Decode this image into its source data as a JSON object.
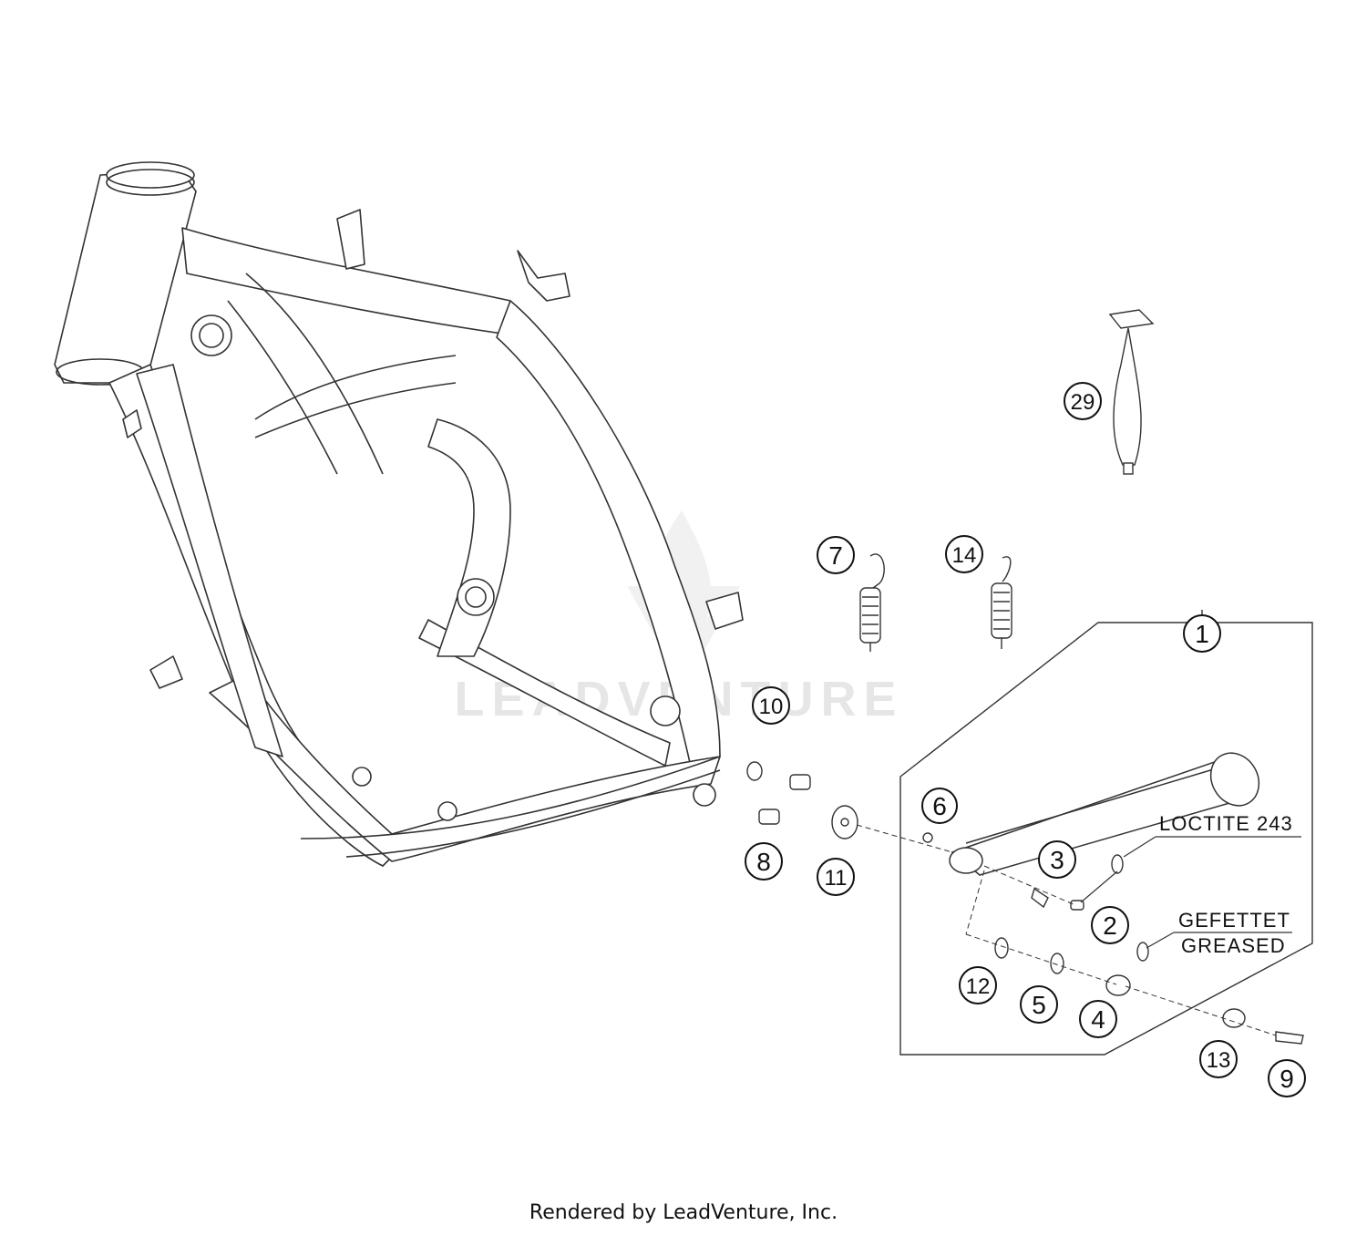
{
  "diagram": {
    "watermark": "LEADVENTURE",
    "notes": {
      "loctite": "LOCTITE 243",
      "greased_de": "GEFETTET",
      "greased_en": "GREASED"
    },
    "callouts": [
      "1",
      "2",
      "3",
      "4",
      "5",
      "6",
      "7",
      "8",
      "9",
      "10",
      "11",
      "12",
      "13",
      "14",
      "29"
    ]
  },
  "footer": {
    "text": "Rendered by LeadVenture, Inc."
  },
  "colors": {
    "line": "#222222",
    "light_line": "#555555",
    "watermark": "#e6e6e6"
  }
}
